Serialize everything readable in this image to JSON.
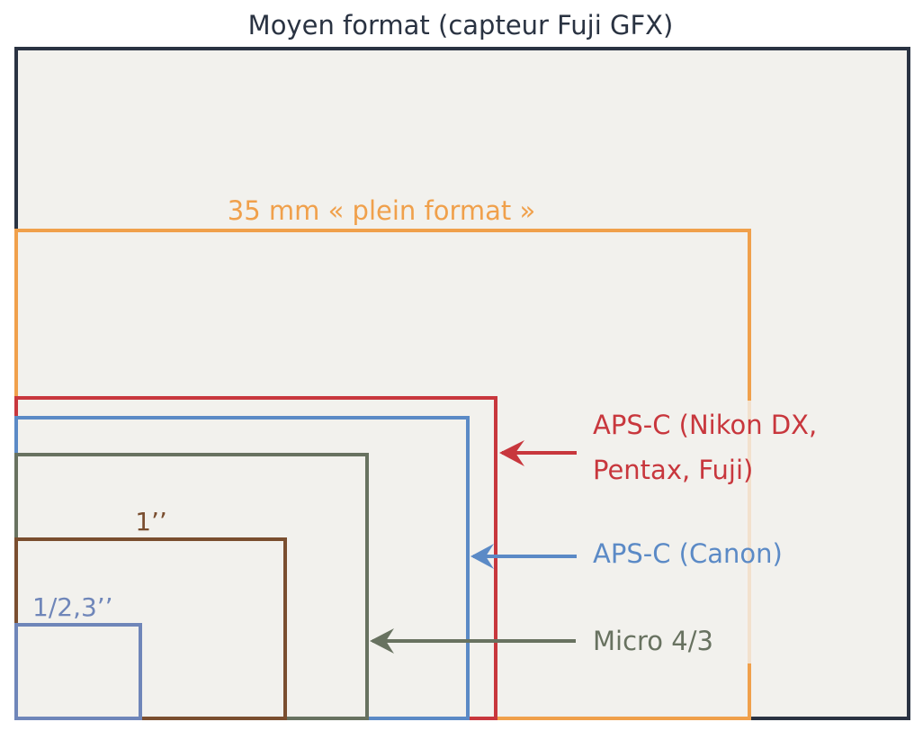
{
  "title": "Moyen format (capteur Fuji GFX)",
  "sensors": [
    {
      "id": "medium",
      "label": "Moyen format (capteur Fuji GFX)",
      "color": "#2a3342"
    },
    {
      "id": "fullframe",
      "label": "35 mm « plein format »",
      "color": "#f0a04b"
    },
    {
      "id": "apsc-nikon",
      "label_line1": "APS-C (Nikon DX,",
      "label_line2": "Pentax, Fuji)",
      "color": "#c8373d"
    },
    {
      "id": "apsc-canon",
      "label": "APS-C (Canon)",
      "color": "#5b8ac6"
    },
    {
      "id": "m43",
      "label": "Micro 4/3",
      "color": "#687260"
    },
    {
      "id": "one-inch",
      "label": "1’’",
      "color": "#7a4e2f"
    },
    {
      "id": "small",
      "label": "1/2,3’’",
      "color": "#6f86b9"
    }
  ],
  "background": "#f2f1ed"
}
